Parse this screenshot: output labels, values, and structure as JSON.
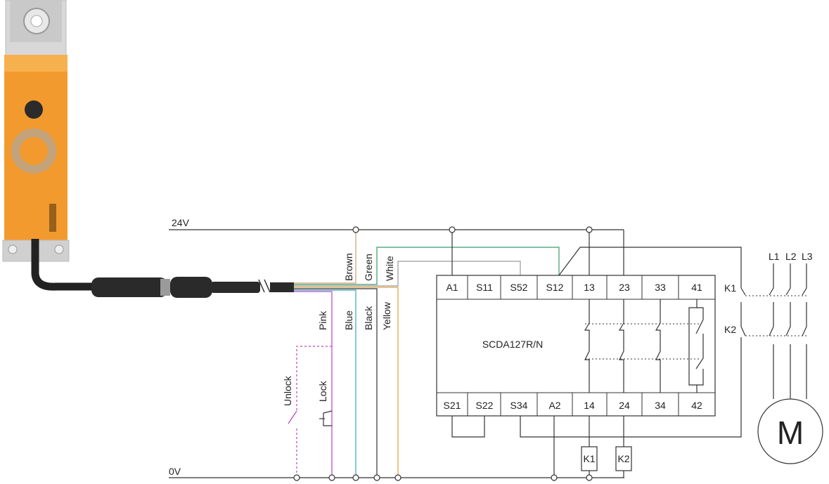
{
  "rails": {
    "top": "24V",
    "bottom": "0V"
  },
  "device": {
    "name": "SCDA127R/N",
    "top_terminals": [
      "A1",
      "S11",
      "S52",
      "S12",
      "13",
      "23",
      "33",
      "41"
    ],
    "bottom_terminals": [
      "S21",
      "S22",
      "S34",
      "A2",
      "14",
      "24",
      "34",
      "42"
    ]
  },
  "wires": {
    "brown": "Brown",
    "green": "Green",
    "white": "White",
    "pink": "Pink",
    "blue": "Blue",
    "black": "Black",
    "yellow": "Yellow"
  },
  "switches": {
    "unlock": "Unlock",
    "lock": "Lock"
  },
  "contactors": {
    "k1": "K1",
    "k2": "K2"
  },
  "phases": [
    "L1",
    "L2",
    "L3"
  ],
  "motor": "M",
  "colors": {
    "brown": "#c8a063",
    "green": "#3a9a6a",
    "white": "#9a9a9a",
    "pink": "#c040c0",
    "blue": "#30a8c8",
    "black": "#333333",
    "yellow": "#e0a040",
    "sensor_orange": "#f39a2e"
  }
}
